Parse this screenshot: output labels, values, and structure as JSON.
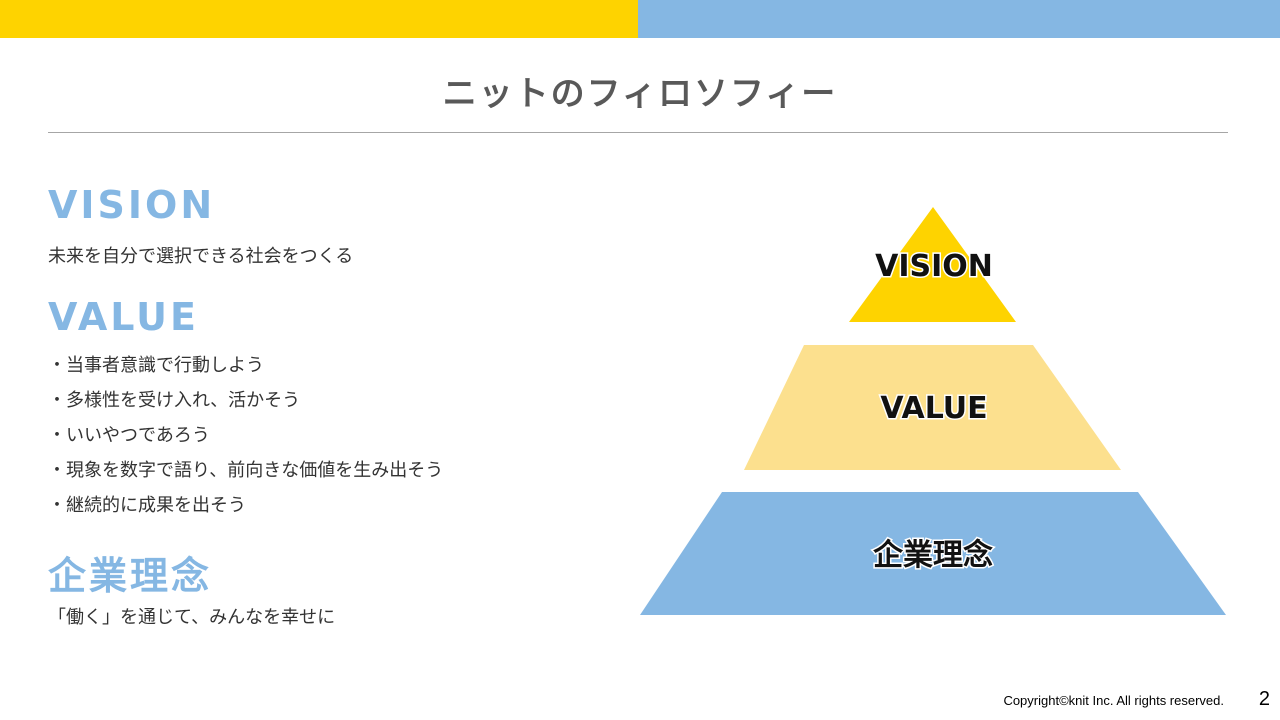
{
  "header": {
    "title": "ニットのフィロソフィー",
    "colors": {
      "yellow": "#FED300",
      "blue": "#85B7E3"
    }
  },
  "vision": {
    "heading": "VISION",
    "text": "未来を自分で選択できる社会をつくる"
  },
  "value": {
    "heading": "VALUE",
    "items": [
      "当事者意識で行動しよう",
      "多様性を受け入れ、活かそう",
      "いいやつであろう",
      "現象を数字で語り、前向きな価値を生み出そう",
      "継続的に成果を出そう"
    ]
  },
  "philosophy": {
    "heading": "企業理念",
    "text": "「働く」を通じて、みんなを幸せに"
  },
  "pyramid": {
    "levels": [
      {
        "label": "VISION",
        "color": "#FED300"
      },
      {
        "label": "VALUE",
        "color": "#FCE08E"
      },
      {
        "label": "企業理念",
        "color": "#85B7E3"
      }
    ]
  },
  "footer": {
    "copyright": "Copyright©knit Inc. All rights reserved.",
    "page_number": "2"
  }
}
